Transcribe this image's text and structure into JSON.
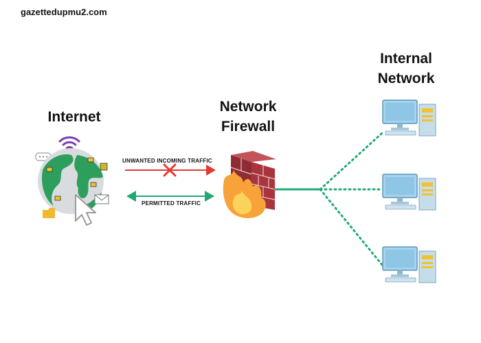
{
  "watermark": "gazettedupmu2.com",
  "titles": {
    "internet": "Internet",
    "firewall": "Network\nFirewall",
    "internal": "Internal\nNetwork"
  },
  "labels": {
    "unwanted": "UNWANTED INCOMING TRAFFIC",
    "permitted": "PERMITTED TRAFFIC"
  },
  "colors": {
    "blocked": "#e53935",
    "permitted": "#1faa73",
    "network_line": "#1faa73",
    "globe_land": "#2e9e5c",
    "globe_ocean": "#d9dcdf",
    "brick": "#a9343c",
    "flame": "#f7a33a",
    "monitor": "#8fc6e6"
  },
  "icons": {
    "wifi": "wifi-icon",
    "globe": "globe-icon",
    "cursor": "cursor-arrow-icon",
    "blocked": "x-icon",
    "firewall": "brick-wall-fire-icon",
    "computer": "desktop-computer-icon"
  }
}
